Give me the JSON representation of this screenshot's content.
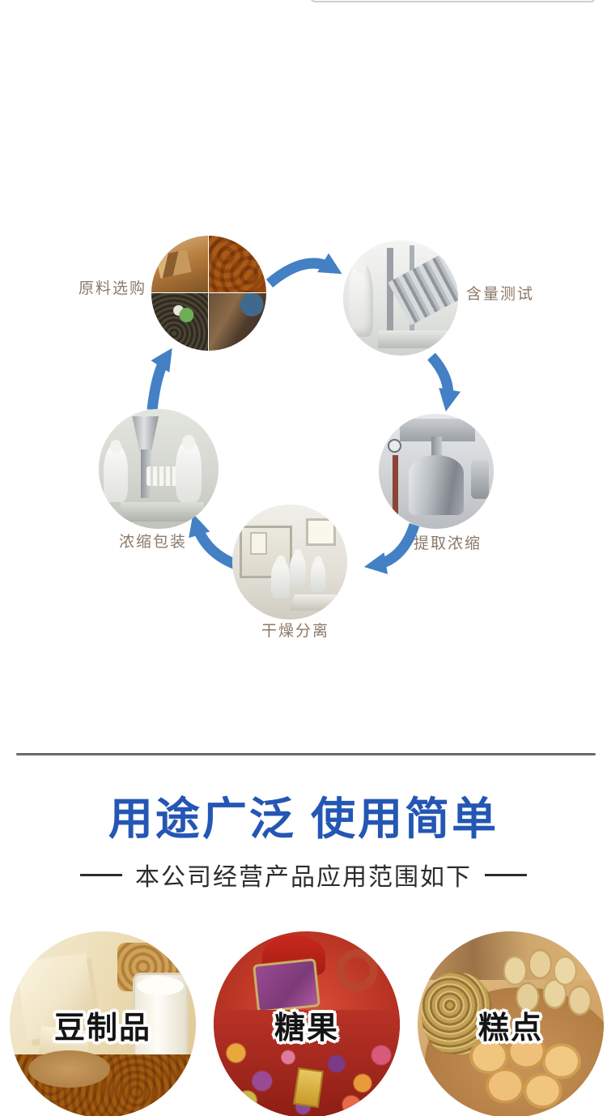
{
  "process_cycle": {
    "arrow_color": "#4380c4",
    "label_color": "#8d7868",
    "steps": [
      {
        "id": "raw-material-selection",
        "label": "原料选购",
        "photo": "market-collage-of-raw-ingredients"
      },
      {
        "id": "content-testing",
        "label": "含量测试",
        "photo": "lab-testing-machinery-with-technician"
      },
      {
        "id": "extraction-concentration",
        "label": "提取浓缩",
        "photo": "stainless-steel-extraction-tanks"
      },
      {
        "id": "drying-separation",
        "label": "干燥分离",
        "photo": "cleanroom-with-workers"
      },
      {
        "id": "concentration-packaging",
        "label": "浓缩包装",
        "photo": "workers-filling-bottles-at-hopper"
      }
    ]
  },
  "usage_section": {
    "title": "用途广泛 使用简单",
    "title_color": "#2456b4",
    "subtitle": "本公司经营产品应用范围如下",
    "categories": [
      {
        "id": "soy-products",
        "label": "豆制品",
        "photo": "tofu-soybeans-soy-milk"
      },
      {
        "id": "candy",
        "label": "糖果",
        "photo": "pile-of-red-wrapped-candies"
      },
      {
        "id": "pastries",
        "label": "糕点",
        "photo": "sesame-pastries-on-wooden-board"
      }
    ]
  }
}
